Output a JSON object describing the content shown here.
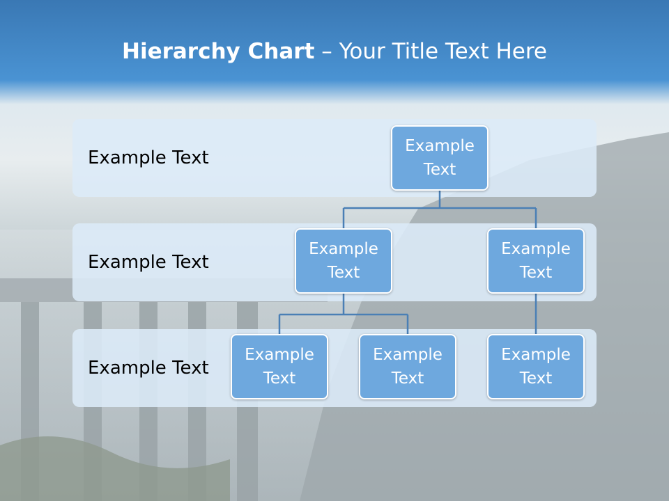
{
  "slide": {
    "title_bold": "Hierarchy Chart",
    "title_rest": " – Your Title Text Here"
  },
  "bands": [
    {
      "label": "Example Text"
    },
    {
      "label": "Example Text"
    },
    {
      "label": "Example Text"
    }
  ],
  "nodes": {
    "root": {
      "line1": "Example",
      "line2": "Text"
    },
    "level2_left": {
      "line1": "Example",
      "line2": "Text"
    },
    "level2_right": {
      "line1": "Example",
      "line2": "Text"
    },
    "level3_a": {
      "line1": "Example",
      "line2": "Text"
    },
    "level3_b": {
      "line1": "Example",
      "line2": "Text"
    },
    "level3_c": {
      "line1": "Example",
      "line2": "Text"
    }
  },
  "colors": {
    "node_fill": "#6ea8de",
    "connector": "#4a7fb5",
    "band_fill": "#dceaf8"
  }
}
